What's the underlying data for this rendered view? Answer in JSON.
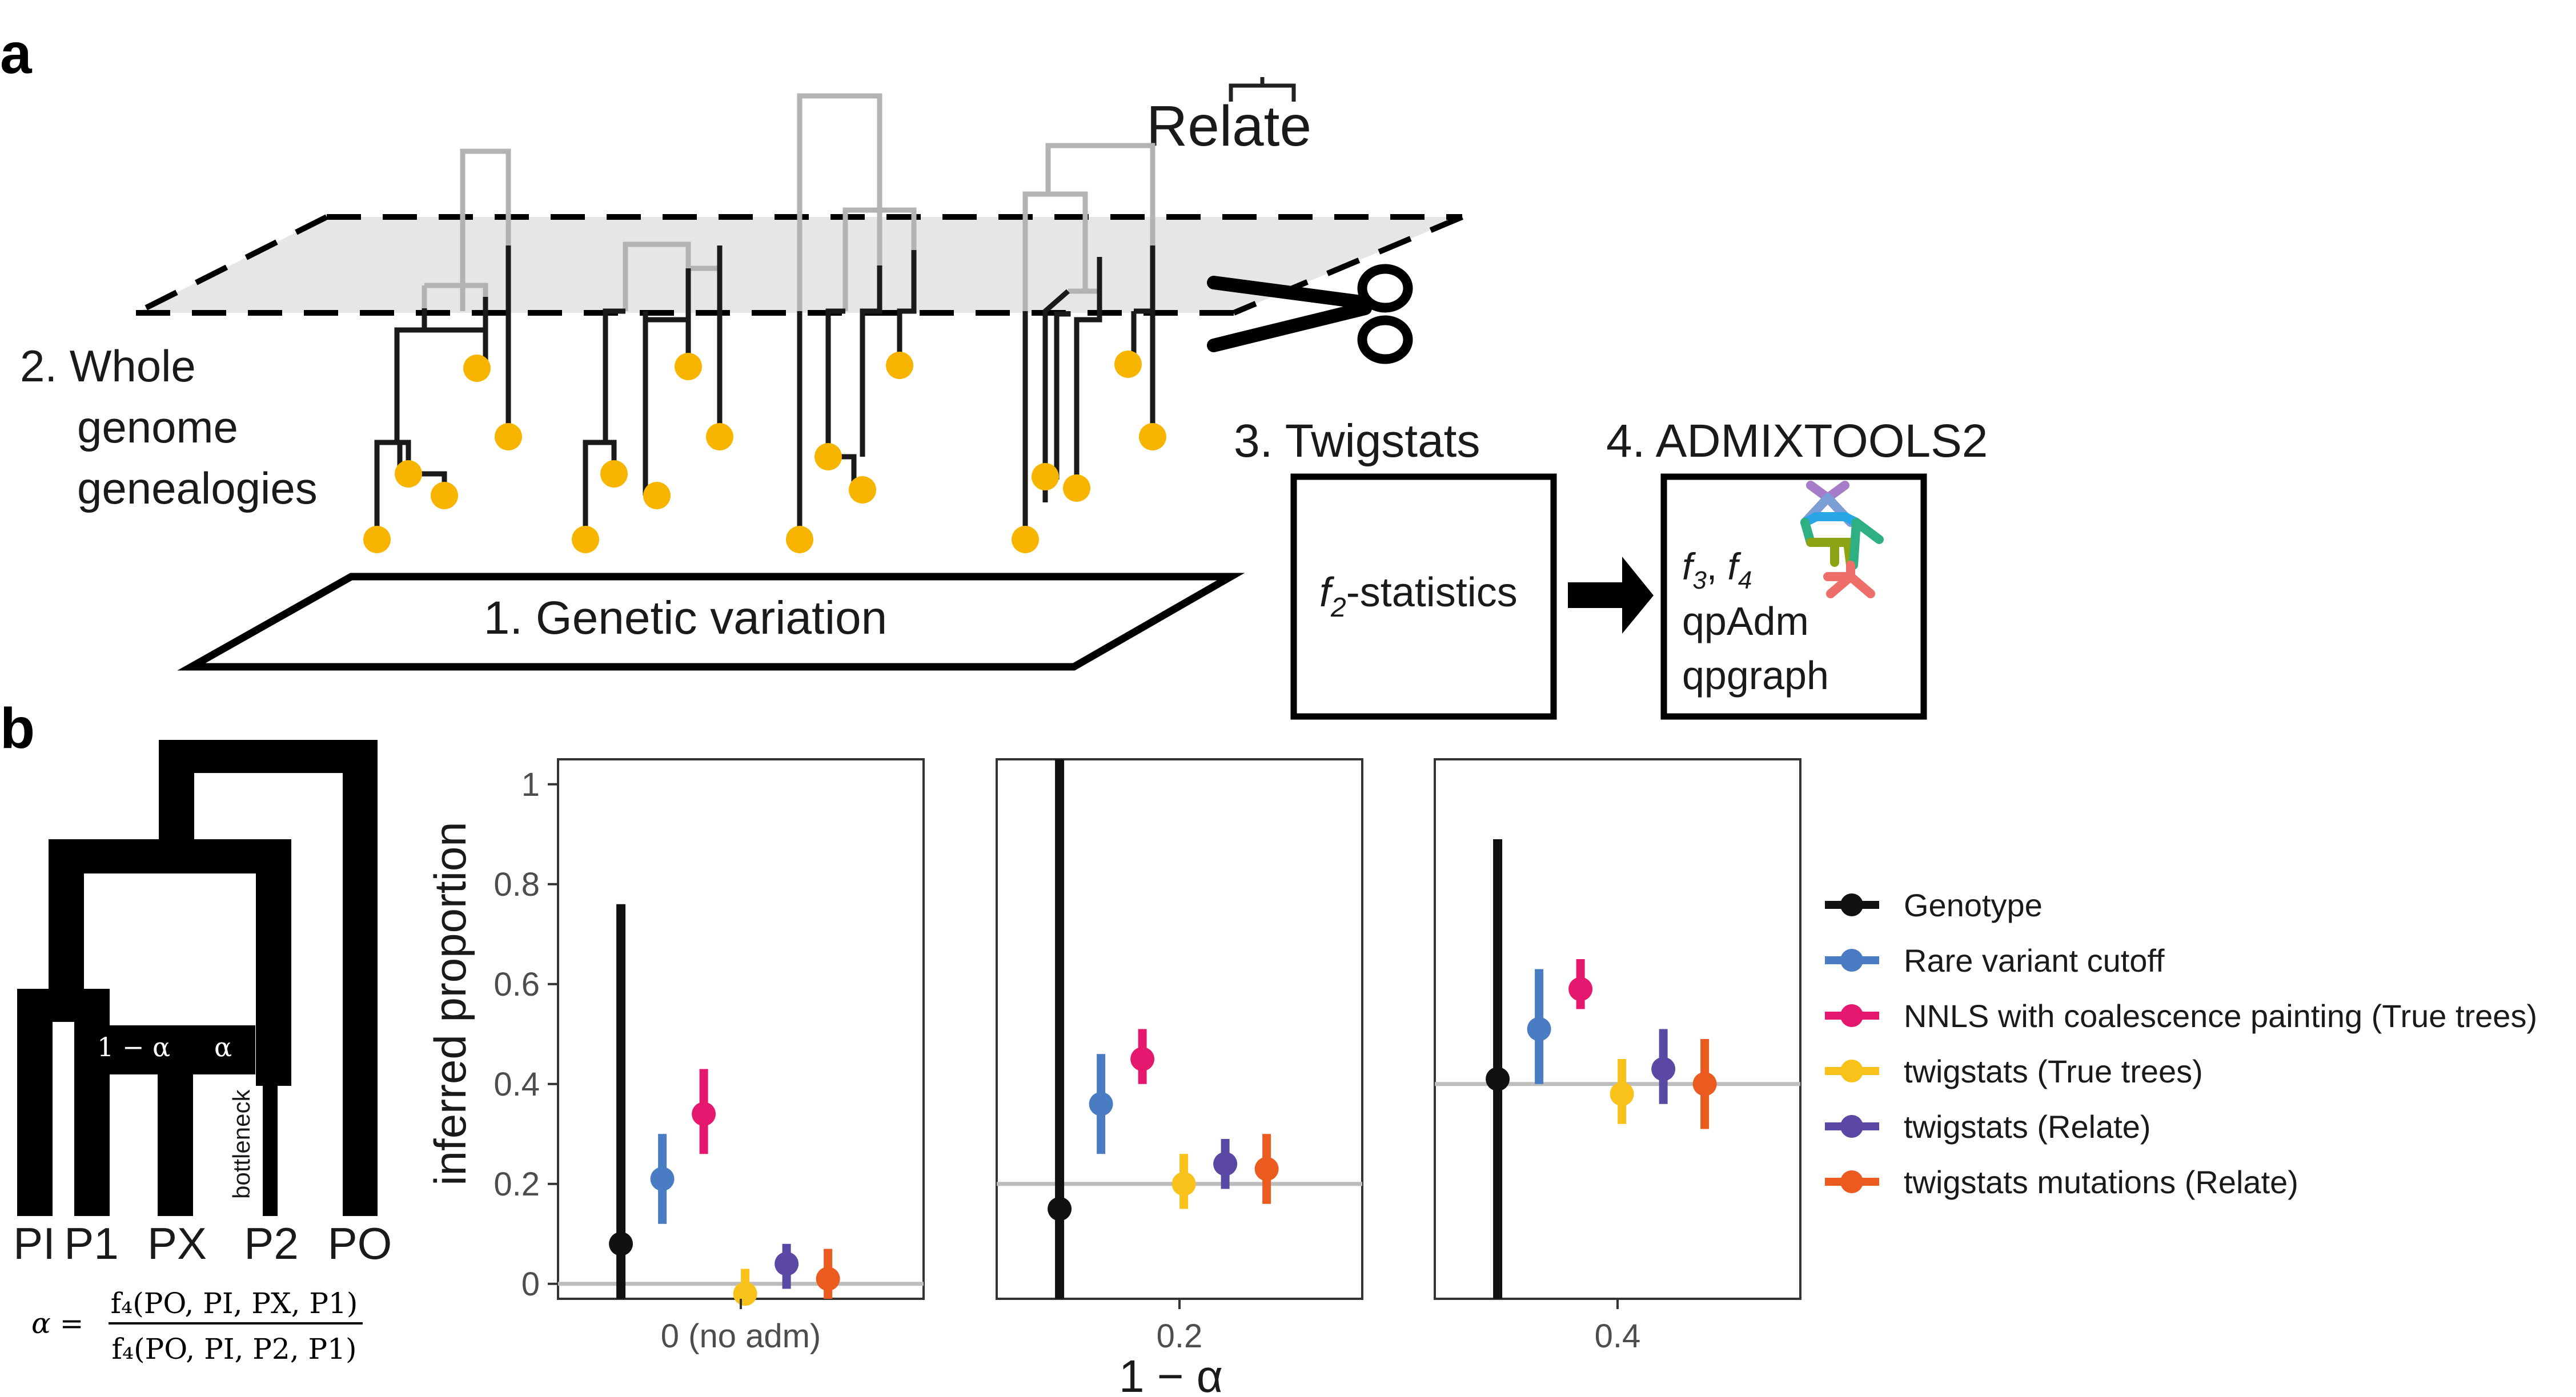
{
  "panel_a": {
    "letter": "a",
    "relate_logo": "Relate",
    "step1": "1. Genetic variation",
    "step2": [
      "2. Whole",
      "genome",
      "genealogies"
    ],
    "step3": "3. Twigstats",
    "step3_box_italic": "f",
    "step3_box_sub": "2",
    "step3_box_rest": "-statistics",
    "step4": "4. ADMIXTOOLS2",
    "step4_line1_a": "f",
    "step4_line1_a_sub": "3",
    "step4_line1_sep": ", ",
    "step4_line1_b": "f",
    "step4_line1_b_sub": "4",
    "step4_line2": "qpAdm",
    "step4_line3": "qpgraph"
  },
  "panel_b": {
    "letter": "b",
    "tree": {
      "leaves": [
        "PI",
        "P1",
        "PX",
        "P2",
        "PO"
      ],
      "admix_left": "1 − α",
      "admix_right": "α",
      "bottleneck": "bottleneck",
      "formula_lhs": "α =",
      "formula_num": "f₄(PO, PI, PX, P1)",
      "formula_den": "f₄(PO, PI, P2, P1)"
    }
  },
  "chart_data": {
    "type": "scatter",
    "ylabel": "inferred proportion",
    "xlabel": "1 − α",
    "ylim": [
      -0.03,
      1.05
    ],
    "yticks": [
      "0",
      "0.2",
      "0.4",
      "0.6",
      "0.8",
      "1"
    ],
    "facets": [
      {
        "label": "0 (no adm)",
        "true_value": 0.0
      },
      {
        "label": "0.2",
        "true_value": 0.2
      },
      {
        "label": "0.4",
        "true_value": 0.4
      }
    ],
    "series": [
      {
        "name": "Genotype",
        "color": "#111111",
        "points": [
          {
            "y": 0.08,
            "lo": -0.03,
            "hi": 0.76
          },
          {
            "y": 0.15,
            "lo": -0.03,
            "hi": 1.05
          },
          {
            "y": 0.41,
            "lo": -0.03,
            "hi": 0.89
          }
        ]
      },
      {
        "name": "Rare variant cutoff",
        "color": "#4a7cc4",
        "points": [
          {
            "y": 0.21,
            "lo": 0.12,
            "hi": 0.3
          },
          {
            "y": 0.36,
            "lo": 0.26,
            "hi": 0.46
          },
          {
            "y": 0.51,
            "lo": 0.4,
            "hi": 0.63
          }
        ]
      },
      {
        "name": "NNLS with coalescence painting (True trees)",
        "color": "#e5176f",
        "points": [
          {
            "y": 0.34,
            "lo": 0.26,
            "hi": 0.43
          },
          {
            "y": 0.45,
            "lo": 0.4,
            "hi": 0.51
          },
          {
            "y": 0.59,
            "lo": 0.55,
            "hi": 0.65
          }
        ]
      },
      {
        "name": "twigstats (True trees)",
        "color": "#f8c21a",
        "points": [
          {
            "y": -0.02,
            "lo": -0.03,
            "hi": 0.03
          },
          {
            "y": 0.2,
            "lo": 0.15,
            "hi": 0.26
          },
          {
            "y": 0.38,
            "lo": 0.32,
            "hi": 0.45
          }
        ]
      },
      {
        "name": "twigstats (Relate)",
        "color": "#5a48a4",
        "points": [
          {
            "y": 0.04,
            "lo": -0.01,
            "hi": 0.08
          },
          {
            "y": 0.24,
            "lo": 0.19,
            "hi": 0.29
          },
          {
            "y": 0.43,
            "lo": 0.36,
            "hi": 0.51
          }
        ]
      },
      {
        "name": "twigstats mutations (Relate)",
        "color": "#eb5a1e",
        "points": [
          {
            "y": 0.01,
            "lo": -0.03,
            "hi": 0.07
          },
          {
            "y": 0.23,
            "lo": 0.16,
            "hi": 0.3
          },
          {
            "y": 0.4,
            "lo": 0.31,
            "hi": 0.49
          }
        ]
      }
    ],
    "legend_position": "right",
    "reference_line_color": "#bdbdbd"
  }
}
